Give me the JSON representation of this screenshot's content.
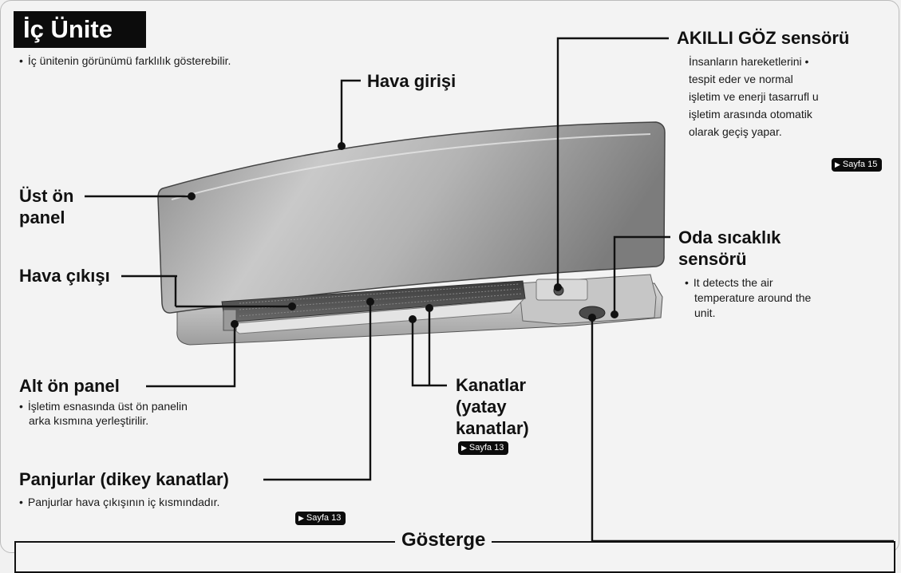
{
  "title": "İç Ünite",
  "note_appearance": "İç ünitenin görünümü farklılık gösterebilir.",
  "labels": {
    "air_inlet": "Hava girişi",
    "upper_panel_line1": "Üst ön",
    "upper_panel_line2": "panel",
    "air_outlet": "Hava çıkışı",
    "lower_panel": "Alt ön panel",
    "lower_panel_note_line1": "İşletim esnasında üst ön panelin",
    "lower_panel_note_line2": "arka kısmına yerleştirilir.",
    "louvers": "Panjurlar (dikey kanatlar)",
    "louvers_note": "Panjurlar hava çıkışının iç kısmındadır.",
    "flaps_line1": "Kanatlar",
    "flaps_line2": "(yatay",
    "flaps_line3": "kanatlar)",
    "sensor": "AKILLI GÖZ sensörü",
    "sensor_note_line1": "İnsanların hareketlerini •",
    "sensor_note_line2": "tespit eder ve normal",
    "sensor_note_line3": "işletim ve enerji tasarrufl u",
    "sensor_note_line4": "işletim arasında otomatik",
    "sensor_note_line5": "olarak geçiş yapar.",
    "room_temp_line1": "Oda sıcaklık",
    "room_temp_line2": "sensörü",
    "room_temp_note_line1": "It detects the air",
    "room_temp_note_line2": "temperature around the",
    "room_temp_note_line3": "unit.",
    "display": "Gösterge"
  },
  "badges": {
    "sensor_page": "Sayfa 15",
    "flaps_page": "Sayfa 13",
    "louvers_page": "Sayfa 13"
  },
  "colors": {
    "title_bg": "#0c0c0c",
    "unit_body": "#a9a9a9",
    "line": "#111111"
  }
}
